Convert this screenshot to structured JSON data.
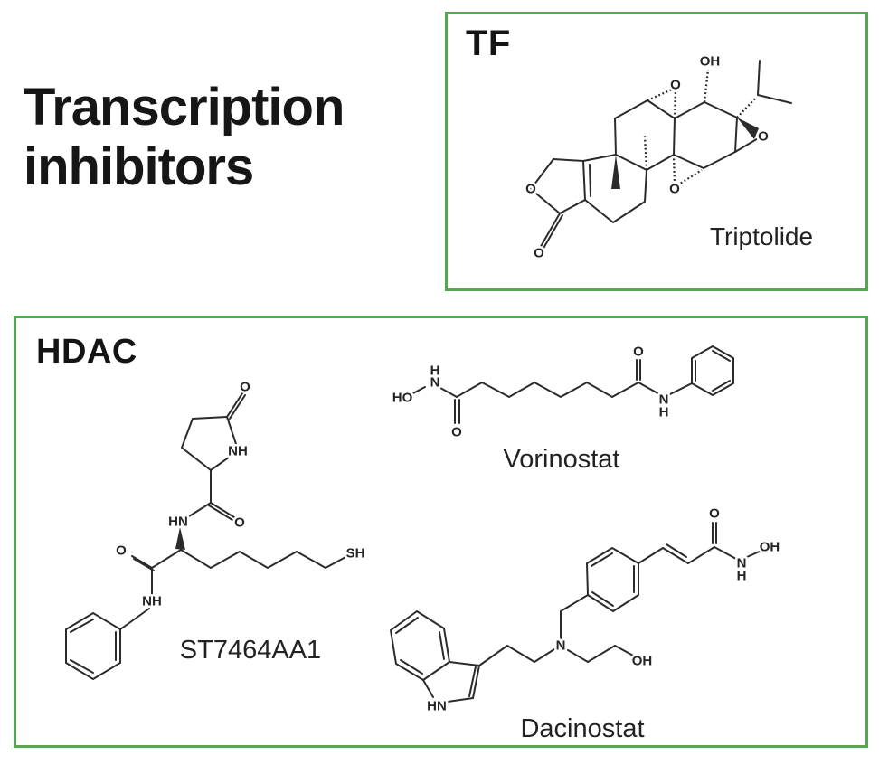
{
  "page": {
    "title_line1": "Transcription",
    "title_line2": "inhibitors"
  },
  "colors": {
    "box_border_green": "#54A74E",
    "structure_ink": "#2B2B2B",
    "text_ink": "#161616"
  },
  "tf_group": {
    "label": "TF",
    "molecule_name": "Triptolide"
  },
  "hdac_group": {
    "label": "HDAC",
    "molecule_names": [
      "ST7464AA1",
      "Vorinostat",
      "Dacinostat"
    ]
  },
  "atoms": {
    "O": "O",
    "OH": "OH",
    "HO": "HO",
    "NH": "NH",
    "HN": "HN",
    "N": "N",
    "H": "H",
    "SH": "SH"
  }
}
